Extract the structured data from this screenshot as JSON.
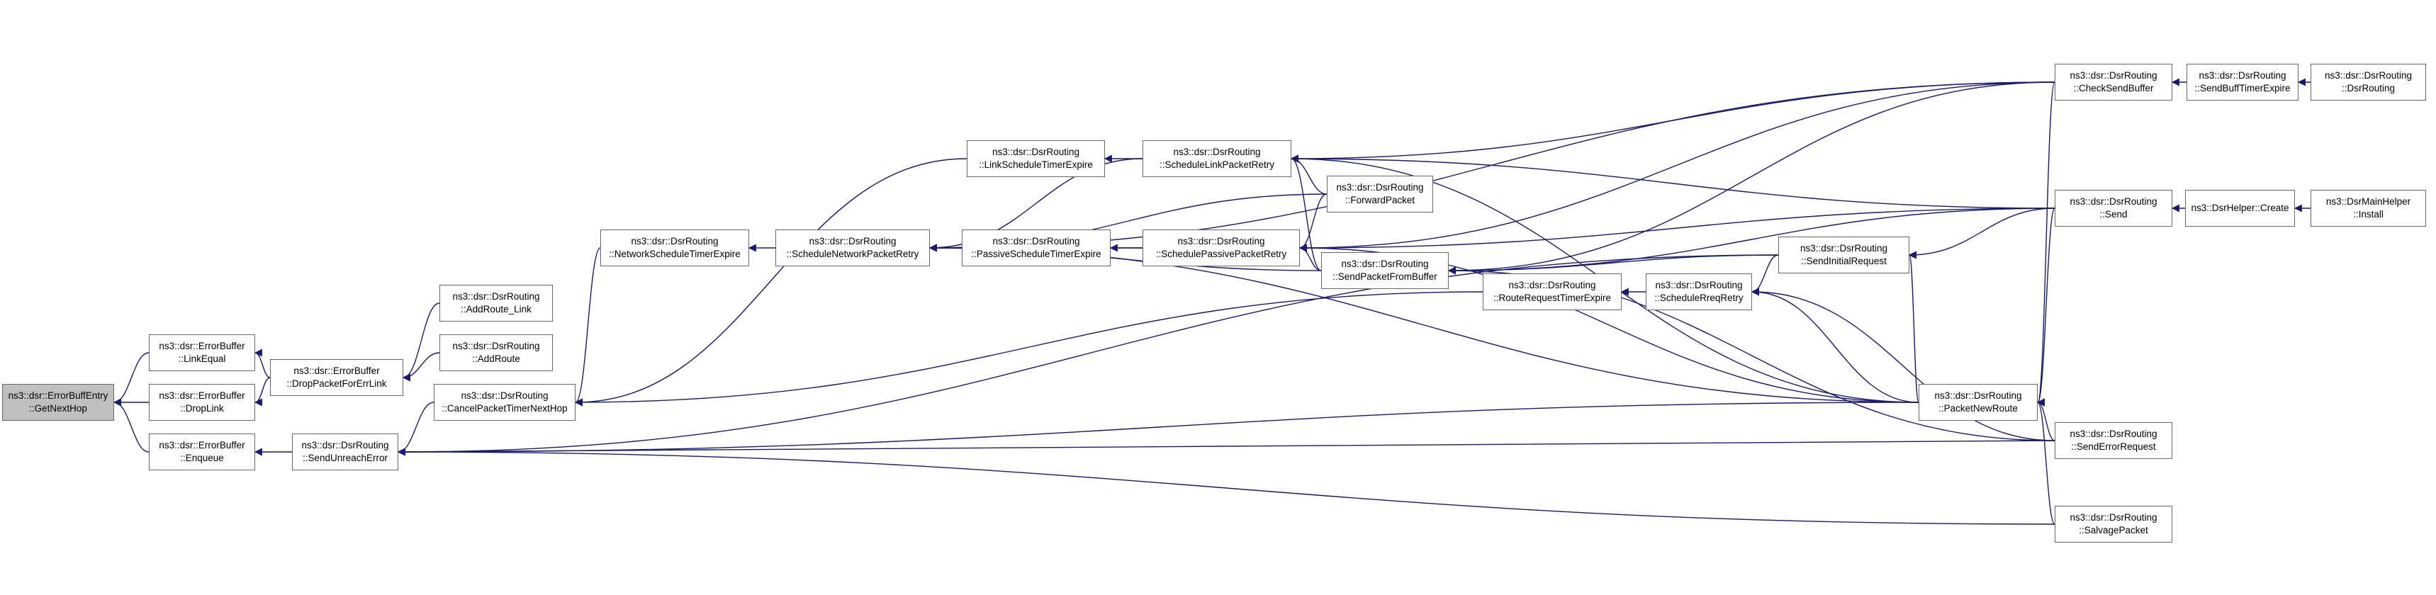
{
  "nodes": [
    {
      "id": "n0",
      "lines": [
        "ns3::dsr::ErrorBuffEntry",
        "::GetNextHop"
      ],
      "root": true
    },
    {
      "id": "n1",
      "lines": [
        "ns3::dsr::ErrorBuffer",
        "::LinkEqual"
      ]
    },
    {
      "id": "n2",
      "lines": [
        "ns3::dsr::ErrorBuffer",
        "::DropLink"
      ]
    },
    {
      "id": "n3",
      "lines": [
        "ns3::dsr::ErrorBuffer",
        "::Enqueue"
      ]
    },
    {
      "id": "n4",
      "lines": [
        "ns3::dsr::ErrorBuffer",
        "::DropPacketForErrLink"
      ]
    },
    {
      "id": "n5",
      "lines": [
        "ns3::dsr::DsrRouting",
        "::SendUnreachError"
      ]
    },
    {
      "id": "n6",
      "lines": [
        "ns3::dsr::DsrRouting",
        "::AddRoute_Link"
      ]
    },
    {
      "id": "n7",
      "lines": [
        "ns3::dsr::DsrRouting",
        "::AddRoute"
      ]
    },
    {
      "id": "n8",
      "lines": [
        "ns3::dsr::DsrRouting",
        "::CancelPacketTimerNextHop"
      ]
    },
    {
      "id": "n9",
      "lines": [
        "ns3::dsr::DsrRouting",
        "::NetworkScheduleTimerExpire"
      ]
    },
    {
      "id": "n10",
      "lines": [
        "ns3::dsr::DsrRouting",
        "::ScheduleNetworkPacketRetry"
      ]
    },
    {
      "id": "n11",
      "lines": [
        "ns3::dsr::DsrRouting",
        "::LinkScheduleTimerExpire"
      ]
    },
    {
      "id": "n12",
      "lines": [
        "ns3::dsr::DsrRouting",
        "::PassiveScheduleTimerExpire"
      ]
    },
    {
      "id": "n13",
      "lines": [
        "ns3::dsr::DsrRouting",
        "::ScheduleLinkPacketRetry"
      ]
    },
    {
      "id": "n14",
      "lines": [
        "ns3::dsr::DsrRouting",
        "::SchedulePassivePacketRetry"
      ]
    },
    {
      "id": "n15",
      "lines": [
        "ns3::dsr::DsrRouting",
        "::ForwardPacket"
      ]
    },
    {
      "id": "n16",
      "lines": [
        "ns3::dsr::DsrRouting",
        "::SendPacketFromBuffer"
      ]
    },
    {
      "id": "n17",
      "lines": [
        "ns3::dsr::DsrRouting",
        "::RouteRequestTimerExpire"
      ]
    },
    {
      "id": "n18",
      "lines": [
        "ns3::dsr::DsrRouting",
        "::ScheduleRreqRetry"
      ]
    },
    {
      "id": "n19",
      "lines": [
        "ns3::dsr::DsrRouting",
        "::SendInitialRequest"
      ]
    },
    {
      "id": "n20",
      "lines": [
        "ns3::dsr::DsrRouting",
        "::PacketNewRoute"
      ]
    },
    {
      "id": "n21",
      "lines": [
        "ns3::dsr::DsrRouting",
        "::CheckSendBuffer"
      ]
    },
    {
      "id": "n22",
      "lines": [
        "ns3::dsr::DsrRouting",
        "::Send"
      ]
    },
    {
      "id": "n23",
      "lines": [
        "ns3::dsr::DsrRouting",
        "::SendErrorRequest"
      ]
    },
    {
      "id": "n24",
      "lines": [
        "ns3::dsr::DsrRouting",
        "::SalvagePacket"
      ]
    },
    {
      "id": "n25",
      "lines": [
        "ns3::dsr::DsrRouting",
        "::SendBuffTimerExpire"
      ]
    },
    {
      "id": "n26",
      "lines": [
        "ns3::DsrHelper::Create"
      ]
    },
    {
      "id": "n27",
      "lines": [
        "ns3::dsr::DsrRouting",
        "::DsrRouting"
      ]
    },
    {
      "id": "n28",
      "lines": [
        "ns3::DsrMainHelper",
        "::Install"
      ]
    }
  ],
  "edges": [
    [
      "n1",
      "n0"
    ],
    [
      "n2",
      "n0"
    ],
    [
      "n3",
      "n0"
    ],
    [
      "n4",
      "n1"
    ],
    [
      "n4",
      "n2"
    ],
    [
      "n5",
      "n3"
    ],
    [
      "n6",
      "n4"
    ],
    [
      "n7",
      "n4"
    ],
    [
      "n8",
      "n5"
    ],
    [
      "n19",
      "n5"
    ],
    [
      "n20",
      "n5"
    ],
    [
      "n24",
      "n5"
    ],
    [
      "n23",
      "n5"
    ],
    [
      "n9",
      "n8"
    ],
    [
      "n11",
      "n8"
    ],
    [
      "n17",
      "n8"
    ],
    [
      "n10",
      "n9"
    ],
    [
      "n13",
      "n10"
    ],
    [
      "n14",
      "n10"
    ],
    [
      "n16",
      "n10"
    ],
    [
      "n20",
      "n10"
    ],
    [
      "n21",
      "n10"
    ],
    [
      "n15",
      "n10"
    ],
    [
      "n13",
      "n11"
    ],
    [
      "n14",
      "n12"
    ],
    [
      "n15",
      "n13"
    ],
    [
      "n16",
      "n13"
    ],
    [
      "n20",
      "n13"
    ],
    [
      "n21",
      "n13"
    ],
    [
      "n22",
      "n13"
    ],
    [
      "n15",
      "n14"
    ],
    [
      "n16",
      "n14"
    ],
    [
      "n20",
      "n14"
    ],
    [
      "n21",
      "n14"
    ],
    [
      "n22",
      "n14"
    ],
    [
      "n21",
      "n16"
    ],
    [
      "n22",
      "n16"
    ],
    [
      "n19",
      "n16"
    ],
    [
      "n23",
      "n16"
    ],
    [
      "n18",
      "n17"
    ],
    [
      "n19",
      "n18"
    ],
    [
      "n20",
      "n18"
    ],
    [
      "n23",
      "n18"
    ],
    [
      "n22",
      "n19"
    ],
    [
      "n20",
      "n19"
    ],
    [
      "n21",
      "n20"
    ],
    [
      "n22",
      "n20"
    ],
    [
      "n23",
      "n20"
    ],
    [
      "n24",
      "n20"
    ],
    [
      "n25",
      "n21"
    ],
    [
      "n27",
      "n25"
    ],
    [
      "n26",
      "n22"
    ],
    [
      "n28",
      "n26"
    ]
  ]
}
